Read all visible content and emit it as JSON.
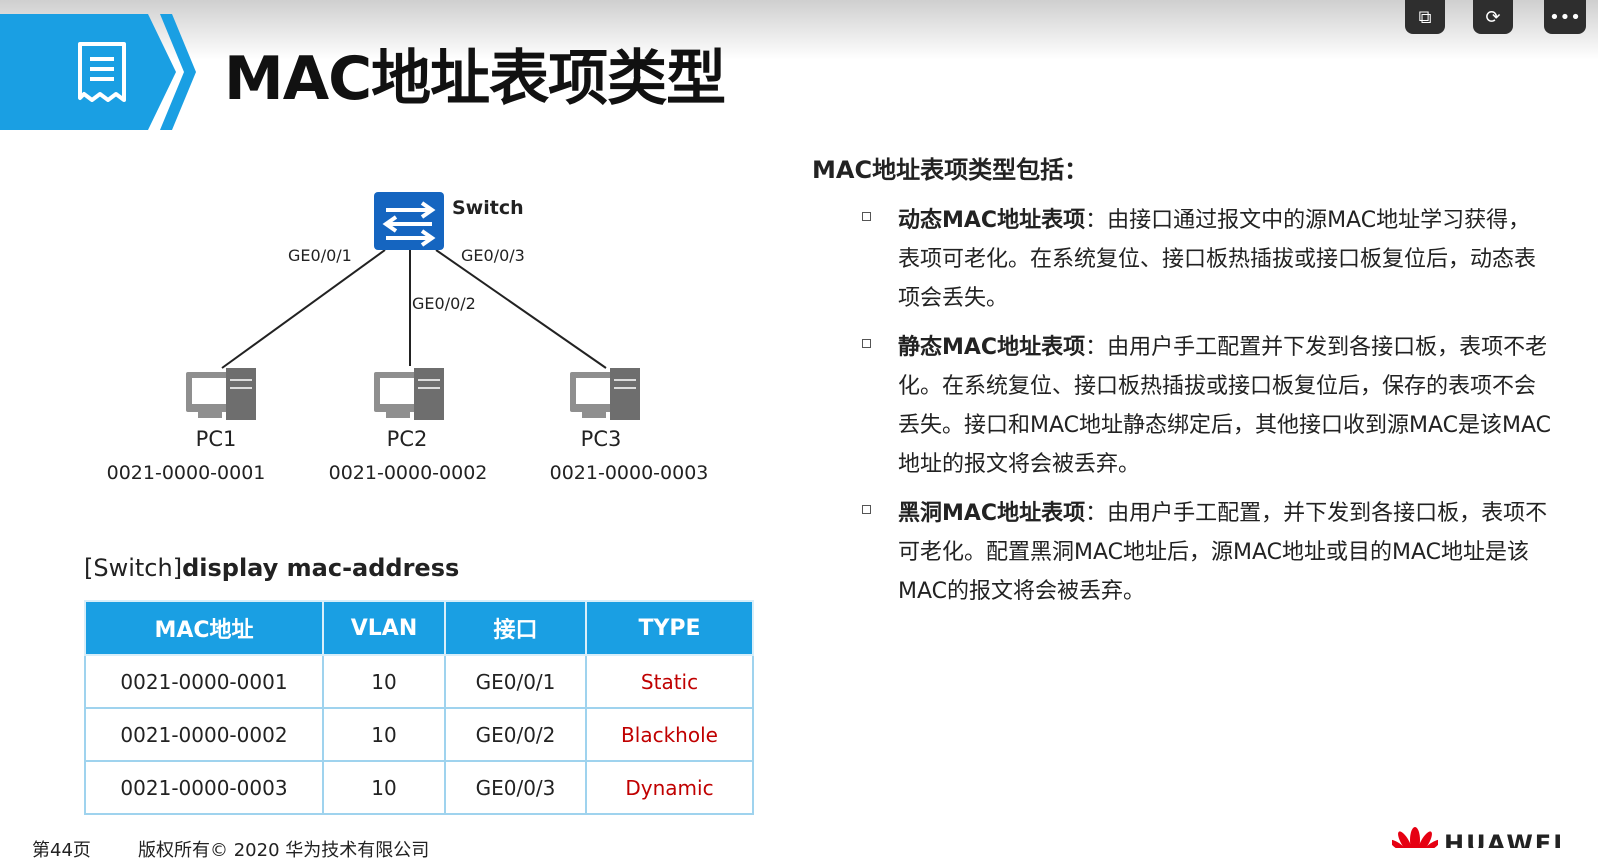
{
  "slide_title": "MAC地址表项类型",
  "topbar": {
    "btn_a_icon": "caption-icon",
    "btn_b_icon": "rotate-icon",
    "btn_c_icon": "more-icon"
  },
  "diagram": {
    "switch_label": "Switch",
    "ports": [
      "GE0/0/1",
      "GE0/0/2",
      "GE0/0/3"
    ],
    "pcs": [
      {
        "name": "PC1",
        "mac": "0021-0000-0001"
      },
      {
        "name": "PC2",
        "mac": "0021-0000-0002"
      },
      {
        "name": "PC3",
        "mac": "0021-0000-0003"
      }
    ]
  },
  "command": {
    "prefix": "[Switch]",
    "text": "display mac-address"
  },
  "table": {
    "headers": [
      "MAC地址",
      "VLAN",
      "接口",
      "TYPE"
    ],
    "rows": [
      [
        "0021-0000-0001",
        "10",
        "GE0/0/1",
        "Static"
      ],
      [
        "0021-0000-0002",
        "10",
        "GE0/0/2",
        "Blackhole"
      ],
      [
        "0021-0000-0003",
        "10",
        "GE0/0/3",
        "Dynamic"
      ]
    ]
  },
  "right": {
    "heading": "MAC地址表项类型包括：",
    "items": [
      {
        "term": "动态MAC地址表项",
        "desc": "：由接口通过报文中的源MAC地址学习获得，表项可老化。在系统复位、接口板热插拔或接口板复位后，动态表项会丢失。"
      },
      {
        "term": "静态MAC地址表项",
        "desc": "：由用户手工配置并下发到各接口板，表项不老化。在系统复位、接口板热插拔或接口板复位后，保存的表项不会丢失。接口和MAC地址静态绑定后，其他接口收到源MAC是该MAC地址的报文将会被丢弃。"
      },
      {
        "term": "黑洞MAC地址表项",
        "desc": "：由用户手工配置，并下发到各接口板，表项不可老化。配置黑洞MAC地址后，源MAC地址或目的MAC地址是该MAC的报文将会被丢弃。"
      }
    ]
  },
  "footer": {
    "page": "第44页",
    "copyright": "版权所有© 2020 华为技术有限公司",
    "brand": "HUAWEI"
  },
  "colors": {
    "accent": "#1a9fe3",
    "type_red": "#c00000",
    "switch_blue": "#1565c0"
  }
}
